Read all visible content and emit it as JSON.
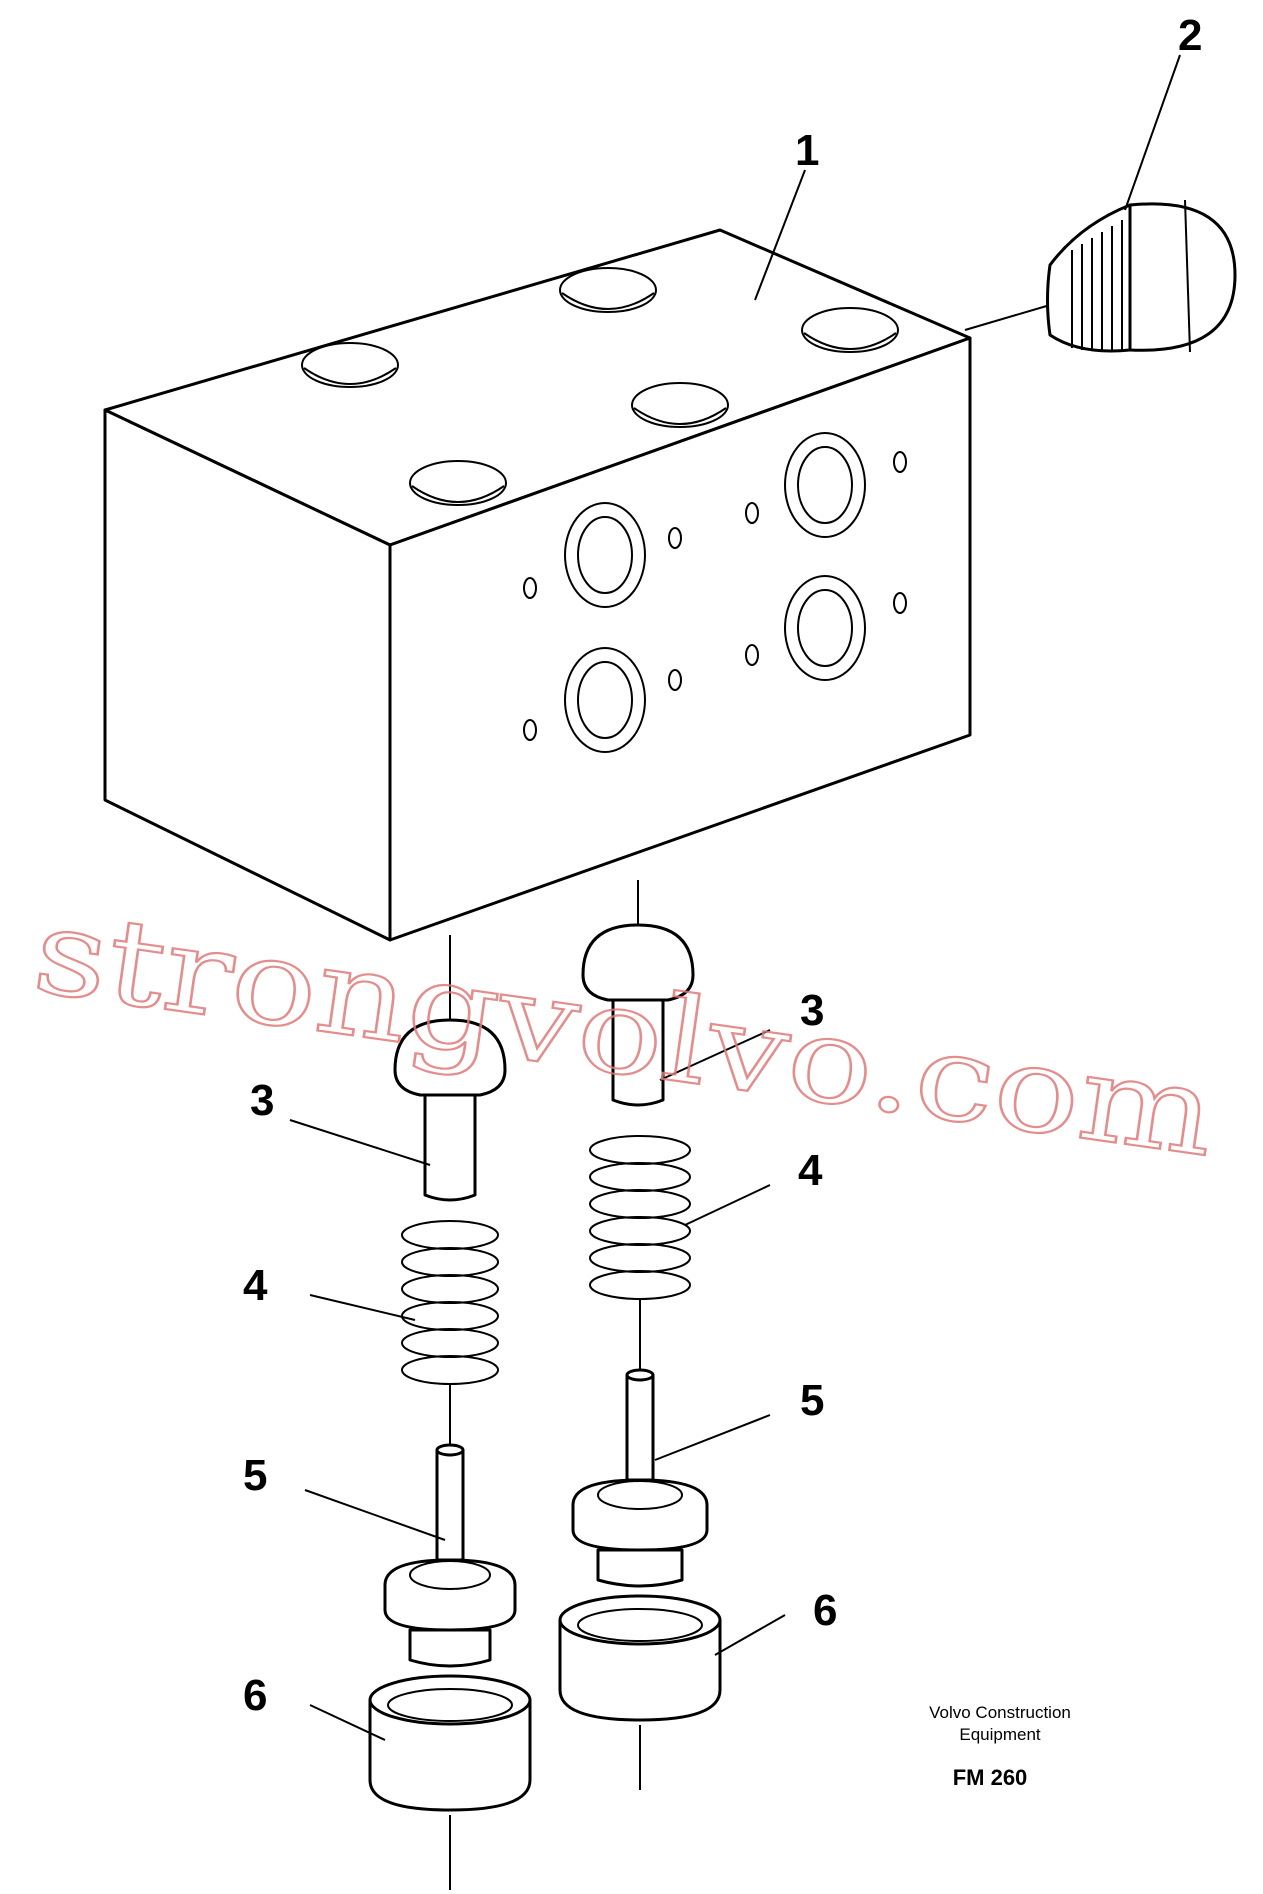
{
  "callouts": {
    "c1": "1",
    "c2": "2",
    "c3_left": "3",
    "c3_right": "3",
    "c4_left": "4",
    "c4_right": "4",
    "c5_left": "5",
    "c5_right": "5",
    "c6_left": "6",
    "c6_right": "6"
  },
  "caption": {
    "line1": "Volvo Construction",
    "line2": "Equipment",
    "code": "FM 260"
  },
  "watermark": "strongvolvo.com",
  "colors": {
    "ink": "#000000",
    "watermark": "#e07a7a",
    "paper": "#ffffff"
  }
}
